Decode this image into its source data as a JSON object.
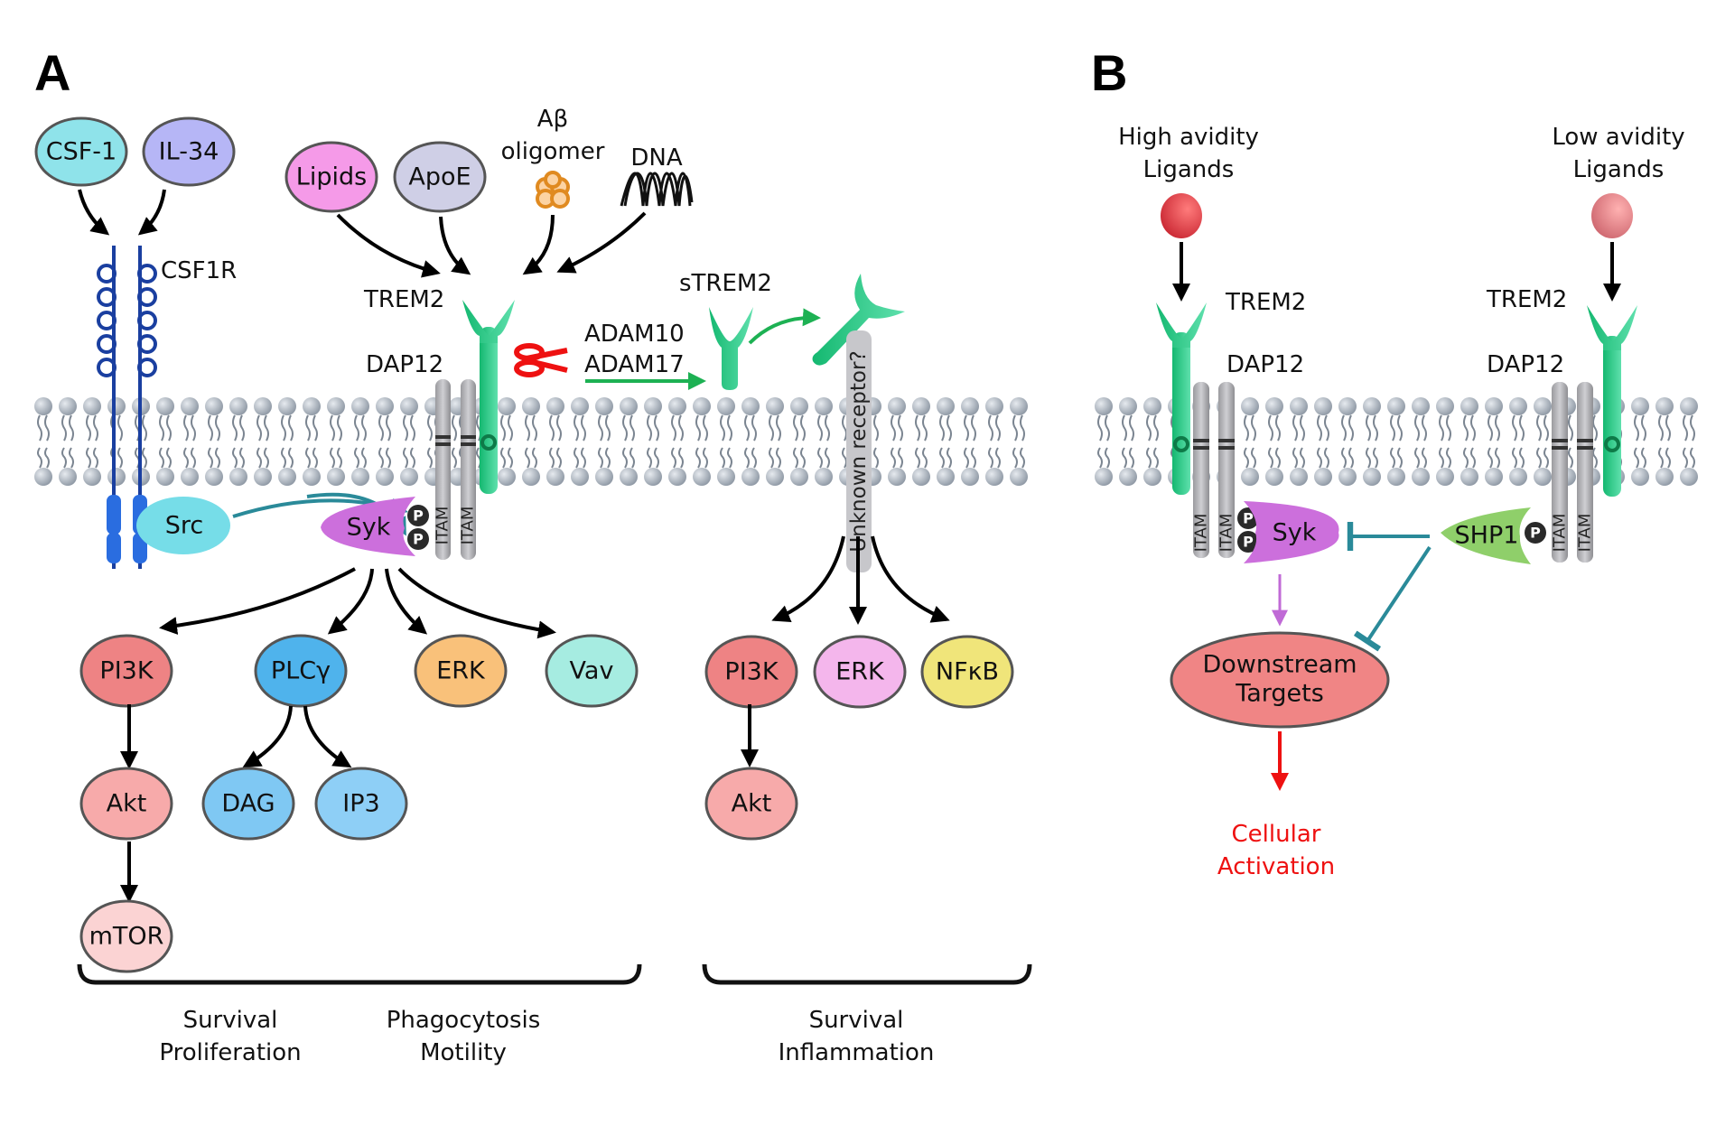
{
  "panels": {
    "a": "A",
    "b": "B"
  },
  "panel_a": {
    "ligands_csf": [
      "CSF-1",
      "IL-34"
    ],
    "csf1r_label": "CSF1R",
    "ligands_trem2": {
      "lipids": "Lipids",
      "apoe": "ApoE",
      "abeta_line1": "Aβ",
      "abeta_line2": "oligomer",
      "dna": "DNA"
    },
    "trem2_label": "TREM2",
    "dap12_label": "DAP12",
    "strem2_label": "sTREM2",
    "adam10": "ADAM10",
    "adam17": "ADAM17",
    "unknown_receptor": "Unknown receptor?",
    "src": "Src",
    "syk": "Syk",
    "itam": "ITAM",
    "p": "P",
    "syk_targets": [
      "PI3K",
      "PLCγ",
      "ERK",
      "Vav"
    ],
    "pi3k_chain": [
      "Akt",
      "mTOR"
    ],
    "plc_products": [
      "DAG",
      "IP3"
    ],
    "unknown_targets": [
      "PI3K",
      "ERK",
      "NFκB"
    ],
    "unknown_akt": "Akt",
    "outcomes": {
      "left_1": "Survival",
      "left_2": "Proliferation",
      "mid_1": "Phagocytosis",
      "mid_2": "Motility",
      "right_1": "Survival",
      "right_2": "Inflammation"
    }
  },
  "panel_b": {
    "high_line1": "High avidity",
    "high_line2": "Ligands",
    "low_line1": "Low avidity",
    "low_line2": "Ligands",
    "trem2_label": "TREM2",
    "dap12_label": "DAP12",
    "syk": "Syk",
    "shp1": "SHP1",
    "itam": "ITAM",
    "p": "P",
    "downstream_line1": "Downstream",
    "downstream_line2": "Targets",
    "activation_line1": "Cellular",
    "activation_line2": "Activation"
  },
  "colors": {
    "trem2_green": "#1fc47f",
    "membrane_head": "#c3cad3",
    "csf1r_blue": "#1a3fa0",
    "syk_purple": "#cc6fdc",
    "shp1_green": "#8fcf6a",
    "teal": "#2a8a99",
    "scissors_red": "#ee1111",
    "activation_red": "#ee1111"
  }
}
